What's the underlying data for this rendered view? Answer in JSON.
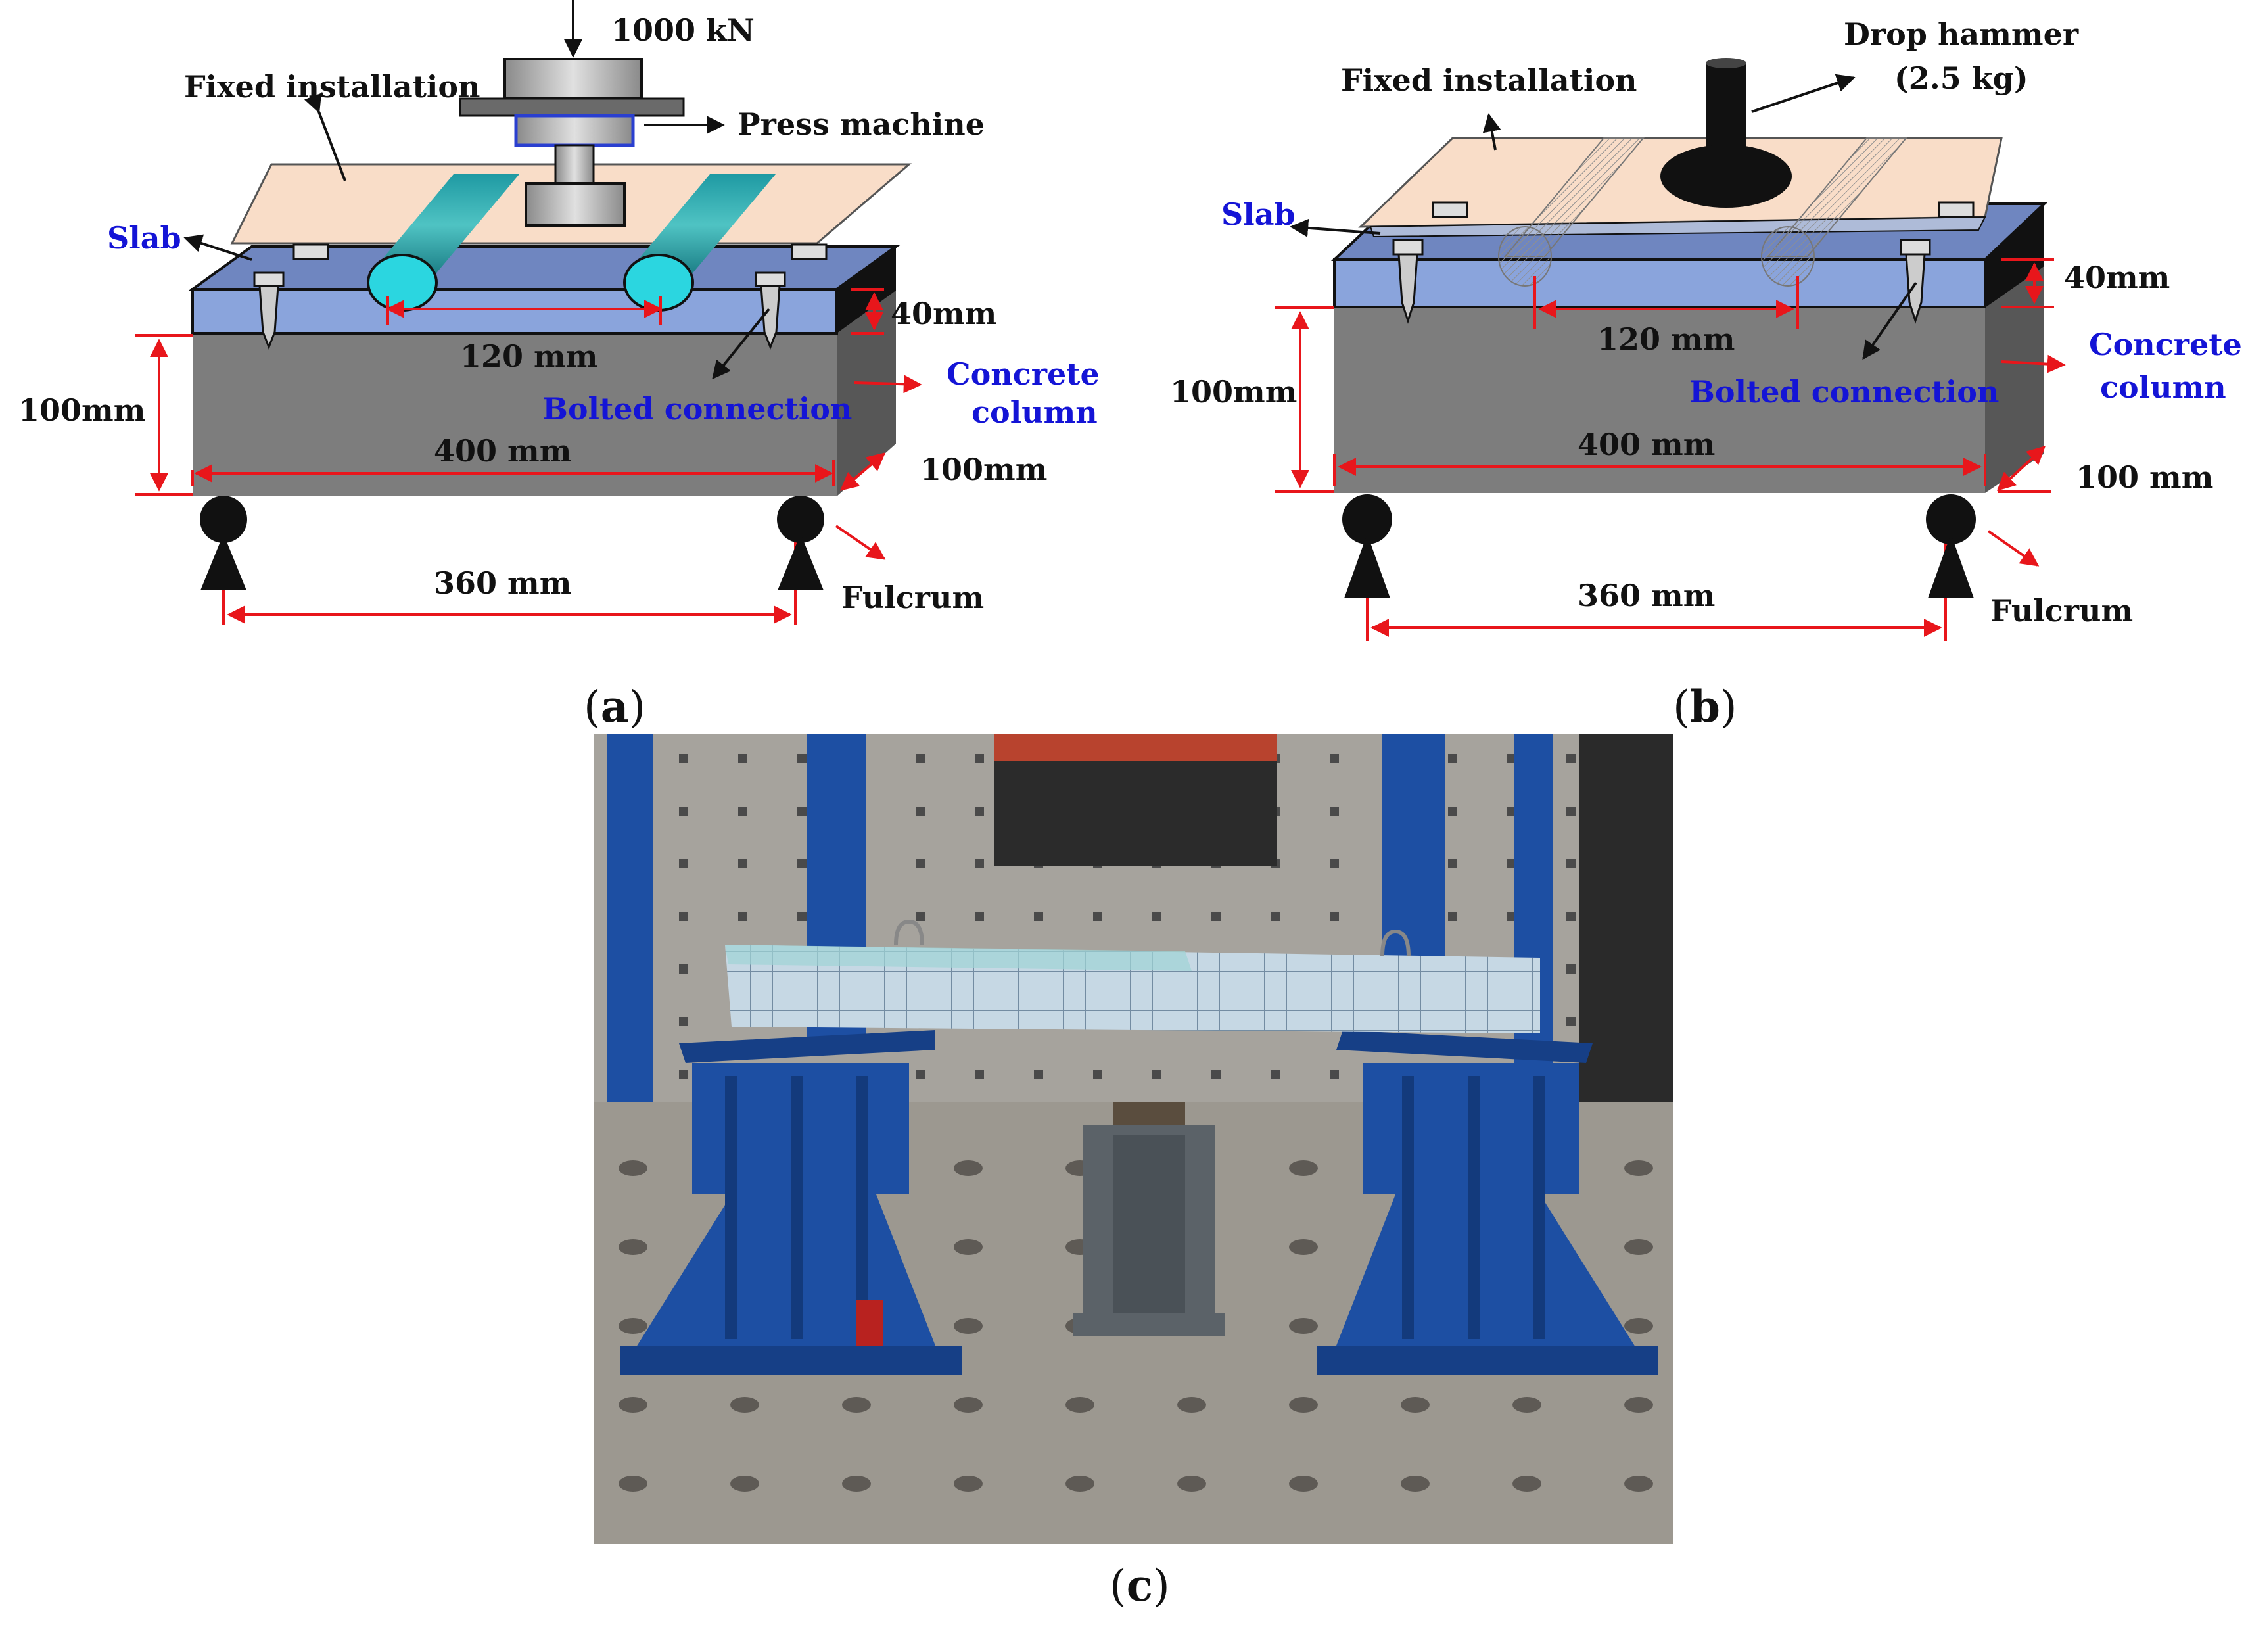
{
  "figure": {
    "panel_a": {
      "caption_letter": "a",
      "load": "1000 kN",
      "fixed_installation": "Fixed installation",
      "press_machine": "Press machine",
      "slab": "Slab",
      "dim_40": "40mm",
      "dim_120": "120 mm",
      "dim_100_height": "100mm",
      "bolted_connection": "Bolted connection",
      "concrete": "Concrete",
      "column": "column",
      "dim_400": "400 mm",
      "dim_100_depth": "100mm",
      "dim_360": "360 mm",
      "fulcrum": "Fulcrum"
    },
    "panel_b": {
      "caption_letter": "b",
      "drop_hammer": "Drop hammer",
      "hammer_mass": "(2.5 kg)",
      "fixed_installation": "Fixed installation",
      "slab": "Slab",
      "dim_40": "40mm",
      "dim_120": "120 mm",
      "dim_100_height": "100mm",
      "bolted_connection": "Bolted connection",
      "concrete": "Concrete",
      "column": "column",
      "dim_400": "400 mm",
      "dim_100_depth": "100 mm",
      "dim_360": "360 mm",
      "fulcrum": "Fulcrum"
    },
    "panel_c": {
      "caption_letter": "c"
    },
    "colors": {
      "dimension_red": "#e8161b",
      "label_blue": "#1414d6",
      "slab_blue": "#8aa4dc",
      "column_gray": "#7d7d7d",
      "installation_peach": "#f9ddc8",
      "roller_cyan": "#28c9d4",
      "frame_blue": "#1d4fa3"
    }
  }
}
